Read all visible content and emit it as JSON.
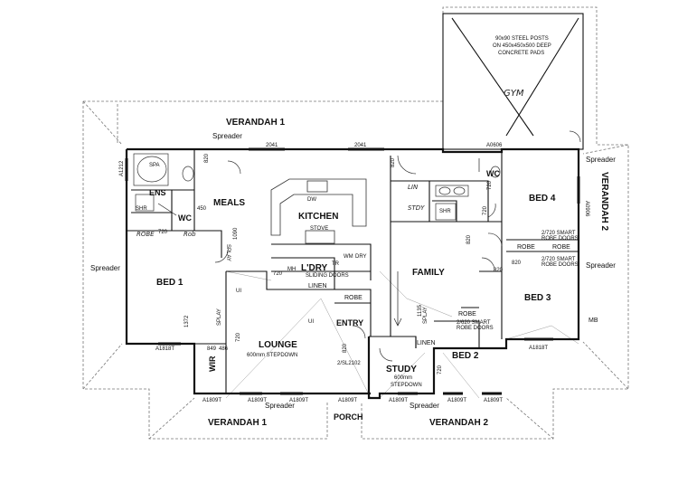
{
  "rooms": {
    "bed1": "BED 1",
    "bed2": "BED 2",
    "bed3": "BED 3",
    "bed4": "BED 4",
    "ens": "ENS",
    "wc": "WC",
    "meals": "MEALS",
    "kitchen": "KITCHEN",
    "ldry": "L'DRY",
    "family": "FAMILY",
    "lounge": "LOUNGE",
    "entry": "ENTRY",
    "study": "STUDY",
    "wir": "WIR",
    "porch": "PORCH",
    "gym": "GYM"
  },
  "verandahs": {
    "top": "VERANDAH 1",
    "bottom_left": "VERANDAH 1",
    "bottom_right": "VERANDAH 2",
    "right": "VERANDAH 2"
  },
  "labels": {
    "spreader": "Spreader",
    "spa": "SPA",
    "shr": "SHR",
    "dw": "DW",
    "stove": "STOVE",
    "wm": "WM",
    "dry": "DRY",
    "tr": "TR",
    "mh": "MH",
    "linen": "LINEN",
    "robe": "ROBE",
    "ui": "UI",
    "mb": "MB",
    "lounge_sub": "600mm STEPDOWN",
    "study_sub1": "600mm",
    "study_sub2": "STEPDOWN",
    "gym_note1": "90x90 STEEL POSTS",
    "gym_note2": "ON 450x450x500 DEEP",
    "gym_note3": "CONCRETE PADS",
    "ldry_doors": "SLIDING DOORS",
    "robe_doors_bed4a": "2/720 SMART",
    "robe_doors_bed4b": "ROBE DOORS",
    "robe_doors_bed3a": "2/720 SMART",
    "robe_doors_bed3b": "ROBE DOORS",
    "robe_doors_bed2a": "2/620 SMART",
    "robe_doors_bed2b": "ROBE DOORS",
    "splay": "SPLAY",
    "hand_stdy": "STDY",
    "hand_lin": "LIN",
    "hand_robe": "ROBE",
    "hand_rob": "Rob"
  },
  "dimensions": {
    "d2041a": "2041",
    "d2041b": "2041",
    "a0606": "A0606",
    "a1212": "A1212",
    "d820a": "820",
    "d820b": "820",
    "d820c": "820",
    "d820d": "820",
    "d820e": "820",
    "d820f": "820",
    "d720a": "720",
    "d720b": "720",
    "d720c": "720",
    "d720d": "720",
    "d720e": "720",
    "d720f": "720",
    "d450": "450",
    "d1090": "1090",
    "d1372": "1372",
    "d849": "849",
    "d486": "486",
    "d1135": "1135",
    "slz": "2/SL2102",
    "a1818t_l": "A1818T",
    "a1818t_r": "A1818T",
    "a1809t_1": "A1809T",
    "a1809t_2": "A1809T",
    "a1809t_3": "A1809T",
    "a1809t_4": "A1809T",
    "a1809t_5": "A1809T",
    "a1809t_6": "A1809T",
    "a1809t_7": "A1809T",
    "a0906": "A0906"
  }
}
